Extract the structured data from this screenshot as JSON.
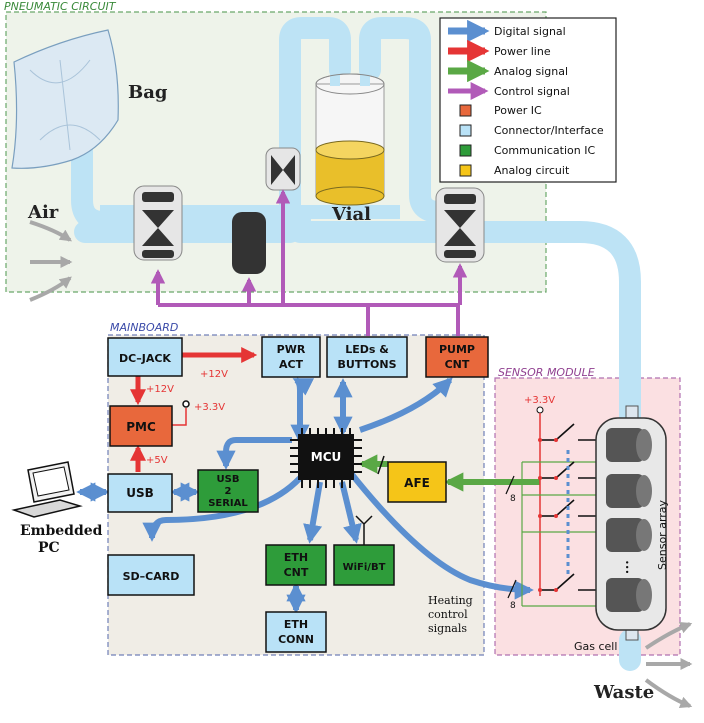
{
  "regions": {
    "pneumatic": "PNEUMATIC CIRCUIT",
    "mainboard": "MAINBOARD",
    "sensor": "SENSOR MODULE"
  },
  "pneumatic_labels": {
    "bag": "Bag",
    "air": "Air",
    "vial": "Vial",
    "waste": "Waste"
  },
  "legend": {
    "digital": "Digital signal",
    "power": "Power line",
    "analog": "Analog signal",
    "control": "Control signal",
    "power_ic": "Power IC",
    "connector": "Connector/Interface",
    "comm_ic": "Communication IC",
    "analog_circuit": "Analog circuit"
  },
  "blocks": {
    "dc_jack": "DC–JACK",
    "pwr_act_1": "PWR",
    "pwr_act_2": "ACT",
    "leds_1": "LEDs &",
    "leds_2": "BUTTONS",
    "pump_1": "PUMP",
    "pump_2": "CNT",
    "pmc": "PMC",
    "usb": "USB",
    "usb2s_1": "USB",
    "usb2s_2": "2",
    "usb2s_3": "SERIAL",
    "mcu": "MCU",
    "afe": "AFE",
    "sdcard": "SD–CARD",
    "ethcnt_1": "ETH",
    "ethcnt_2": "CNT",
    "wifi": "WiFi/BT",
    "ethconn_1": "ETH",
    "ethconn_2": "CONN"
  },
  "voltages": {
    "v12_a": "+12V",
    "v12_b": "+12V",
    "v33": "+3.3V",
    "v5": "+5V",
    "v33_sensor": "+3.3V"
  },
  "misc": {
    "embedded_1": "Embedded",
    "embedded_2": "PC",
    "heating_1": "Heating",
    "heating_2": "control",
    "heating_3": "signals",
    "bus_8_a": "8",
    "bus_8_b": "8",
    "gas_cell": "Gas cell",
    "sensor_array": "Sensor array",
    "dots": "•••"
  },
  "colors": {
    "digital": "#5b8fd0",
    "power": "#e53535",
    "analog": "#5aa845",
    "control": "#b15ab8",
    "power_ic": "#e8683c",
    "connector": "#b9e2f7",
    "comm_ic": "#2e9c3a",
    "analog_circuit": "#f5c518",
    "tube": "#bde3f5",
    "pneumatic_region": "#eef3ea",
    "mainboard_region": "#f0ede6",
    "sensor_region": "#fbe0e2"
  }
}
